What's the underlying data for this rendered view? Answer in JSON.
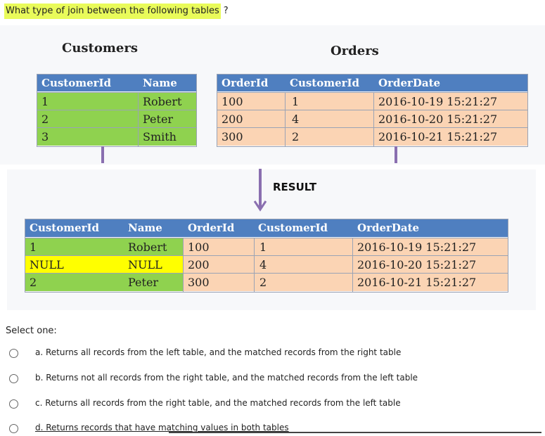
{
  "question": {
    "text": "What type of join between  the following tables",
    "qmark": "?"
  },
  "customers": {
    "title": "Customers",
    "headers": [
      "CustomerId",
      "Name"
    ],
    "rows": [
      [
        "1",
        "Robert"
      ],
      [
        "2",
        "Peter"
      ],
      [
        "3",
        "Smith"
      ]
    ]
  },
  "orders": {
    "title": "Orders",
    "headers": [
      "OrderId",
      "CustomerId",
      "OrderDate"
    ],
    "rows": [
      [
        "100",
        "1",
        "2016-10-19 15:21:27"
      ],
      [
        "200",
        "4",
        "2016-10-20 15:21:27"
      ],
      [
        "300",
        "2",
        "2016-10-21 15:21:27"
      ]
    ]
  },
  "result": {
    "label": "RESULT",
    "headers": [
      "CustomerId",
      "Name",
      "OrderId",
      "CustomerId",
      "OrderDate"
    ],
    "rows": [
      [
        "1",
        "Robert",
        "100",
        "1",
        "2016-10-19 15:21:27"
      ],
      [
        "NULL",
        "NULL",
        "200",
        "4",
        "2016-10-20 15:21:27"
      ],
      [
        "2",
        "Peter",
        "300",
        "2",
        "2016-10-21 15:21:27"
      ]
    ]
  },
  "select_one": "Select one:",
  "options": [
    {
      "label": "a. Returns all records from the left table, and the matched records from the right table"
    },
    {
      "label": "b. Returns  not all records from the right table, and the matched records from the left table"
    },
    {
      "label": "c. Returns all records from the right table, and the matched records from the left table"
    },
    {
      "label": "d. Returns records that have matching values in both tables"
    }
  ],
  "colors": {
    "header": "#4f7fc0",
    "green": "#8fd24f",
    "peach": "#fbd4b4",
    "null_highlight": "#ffff00",
    "question_highlight": "#e9fb5a",
    "connector": "#8a6fb0"
  }
}
